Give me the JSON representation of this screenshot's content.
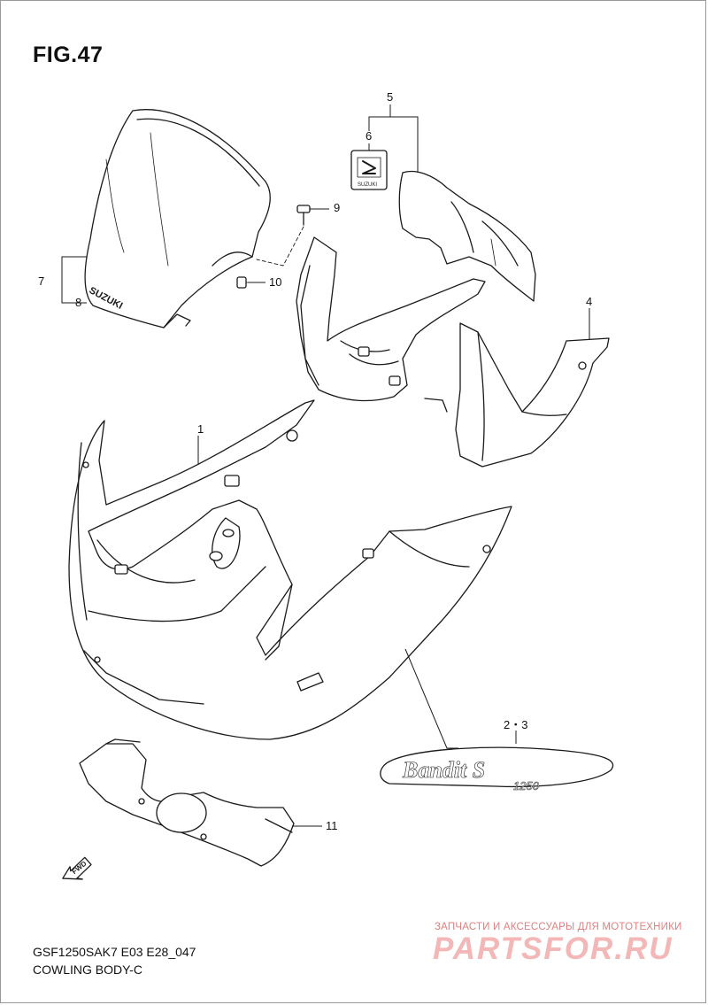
{
  "figure": {
    "title": "FIG.47",
    "model_code": "GSF1250SAK7 E03 E28_047",
    "section_name": "COWLING BODY-C"
  },
  "callouts": [
    {
      "id": "1",
      "label": "1"
    },
    {
      "id": "2-3",
      "label": "2・3"
    },
    {
      "id": "4",
      "label": "4"
    },
    {
      "id": "5",
      "label": "5"
    },
    {
      "id": "6",
      "label": "6"
    },
    {
      "id": "7",
      "label": "7"
    },
    {
      "id": "8",
      "label": "8"
    },
    {
      "id": "9",
      "label": "9"
    },
    {
      "id": "10",
      "label": "10"
    },
    {
      "id": "11",
      "label": "11"
    }
  ],
  "emblems": {
    "windscreen_text": "SUZUKI",
    "badge_text": "SUZUKI",
    "model_script": "Bandit S",
    "model_number": "1250",
    "fwd_arrow": "FWD"
  },
  "watermark": {
    "tagline": "ЗАПЧАСТИ И АКСЕССУАРЫ ДЛЯ МОТОТЕХНИКИ",
    "logo": "PARTSFOR.RU"
  },
  "colors": {
    "line": "#1a1a1a",
    "fill": "#ffffff",
    "watermark": "#f3b7b7"
  }
}
